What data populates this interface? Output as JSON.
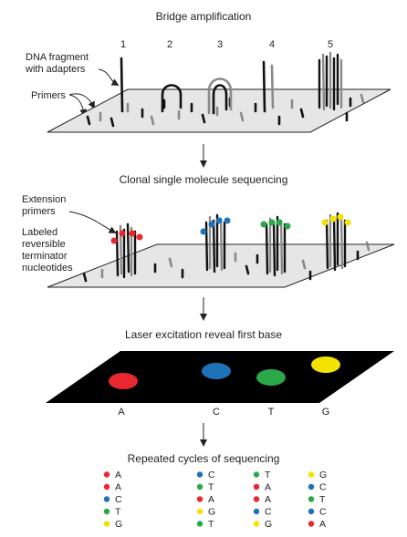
{
  "sections": {
    "bridge": {
      "title": "Bridge amplification",
      "steps": [
        "1",
        "2",
        "3",
        "4",
        "5"
      ],
      "label_fragment_line1": "DNA fragment",
      "label_fragment_line2": "with adapters",
      "label_primers": "Primers"
    },
    "clonal": {
      "title": "Clonal single molecule sequencing",
      "label_ext_line1": "Extension",
      "label_ext_line2": "primers",
      "label_term_line1": "Labeled",
      "label_term_line2": "reversible",
      "label_term_line3": "terminator",
      "label_term_line4": "nucleotides"
    },
    "laser": {
      "title": "Laser excitation reveal first base",
      "bases": [
        "A",
        "C",
        "T",
        "G"
      ]
    },
    "cycles": {
      "title": "Repeated cycles of sequencing",
      "columns": [
        [
          "A",
          "A",
          "C",
          "T",
          "G"
        ],
        [
          "C",
          "T",
          "A",
          "G",
          "T"
        ],
        [
          "T",
          "A",
          "A",
          "C",
          "G"
        ],
        [
          "G",
          "C",
          "T",
          "C",
          "A"
        ]
      ]
    }
  },
  "colors": {
    "A": "#e8282e",
    "C": "#1f72b8",
    "T": "#2aa84a",
    "G": "#f2e300",
    "dark_strand": "#111111",
    "light_strand": "#8a8a8a",
    "plate": "#e6e6e6",
    "laser_plate": "#000000"
  }
}
